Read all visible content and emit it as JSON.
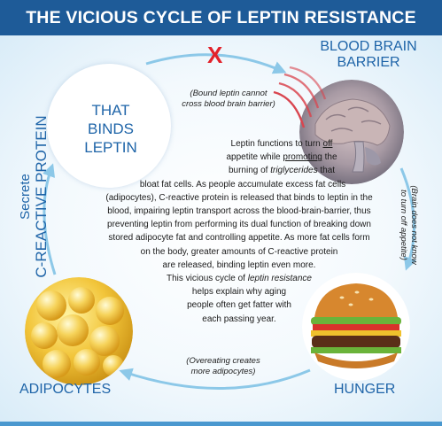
{
  "title": "THE VICIOUS CYCLE OF LEPTIN RESISTANCE",
  "nodes": {
    "binds": [
      "THAT",
      "BINDS",
      "LEPTIN"
    ],
    "brain_label": [
      "BLOOD BRAIN",
      "BARRIER"
    ],
    "hunger": "HUNGER",
    "adipocytes": "ADIPOCYTES",
    "secrete": [
      "Secrete",
      "C-REACTIVE PROTEIN"
    ]
  },
  "notes": {
    "bound": [
      "(Bound leptin cannot",
      "cross blood brain barrier)"
    ],
    "brain": [
      "(Brain does not know",
      "to turn off appetite)"
    ],
    "overeating": [
      "(Overeating creates",
      "more adipocytes)"
    ]
  },
  "blocked_mark": "X",
  "body": {
    "l1a": "Leptin functions to turn ",
    "l1u": "off",
    "l2a": "appetite while ",
    "l2u": "promoting",
    "l2b": " the",
    "l3a": "burning of ",
    "l3i": "triglycerides",
    "l3b": " that",
    "l4": "bloat fat cells. As people accumulate excess fat cells",
    "l5": "(adipocytes), C-reactive protein is released that binds to leptin in the",
    "l6": "blood, impairing leptin transport across the blood-brain-barrier, thus",
    "l7": "preventing leptin from performing its dual function of breaking down",
    "l8": "stored adipocyte fat and controlling appetite. As more fat cells form",
    "l9": "on the body, greater amounts of C-reactive protein",
    "l10": "are released, binding leptin even more.",
    "l11a": "This vicious cycle of ",
    "l11i": "leptin resistance",
    "l12": "helps explain why aging",
    "l13": "people often get fatter with",
    "l14": "each passing year."
  },
  "colors": {
    "header": "#1e5b98",
    "accent_blue": "#1e64a8",
    "arrow": "#8cc8e8",
    "barrier_red": "#d9454f",
    "x_red": "#e2222b"
  }
}
